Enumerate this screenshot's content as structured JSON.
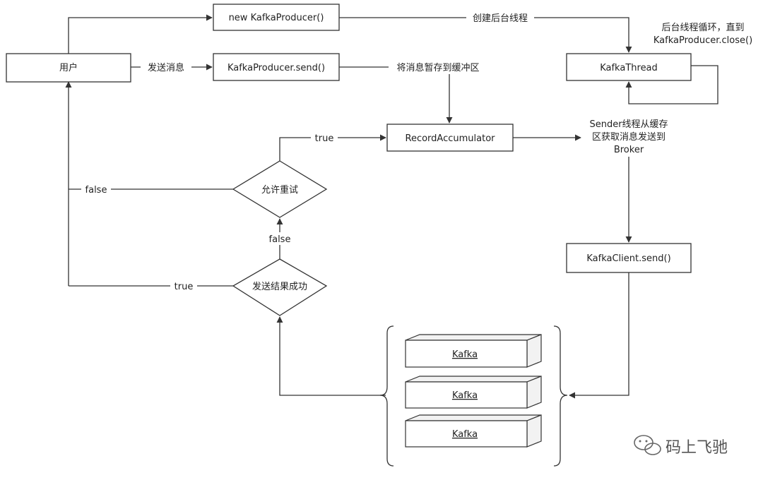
{
  "nodes": {
    "user": "用户",
    "new_producer": "new KafkaProducer()",
    "producer_send": "KafkaProducer.send()",
    "kafka_thread": "KafkaThread",
    "accumulator": "RecordAccumulator",
    "client_send": "KafkaClient.send()",
    "allow_retry": "允许重试",
    "send_success": "发送结果成功"
  },
  "edges": {
    "send_message": "发送消息",
    "create_thread": "创建后台线程",
    "buffer_message": "将消息暂存到缓冲区",
    "loop_note_line1": "后台线程循环，直到",
    "loop_note_line2": "KafkaProducer.close()",
    "sender_line1": "Sender线程从缓存",
    "sender_line2": "区获取消息发送到",
    "sender_line3": "Broker",
    "retry_true": "true",
    "retry_false": "false",
    "success_false": "false",
    "success_true": "true"
  },
  "brokers": [
    "Kafka",
    "Kafka",
    "Kafka"
  ],
  "watermark": "码上飞驰"
}
